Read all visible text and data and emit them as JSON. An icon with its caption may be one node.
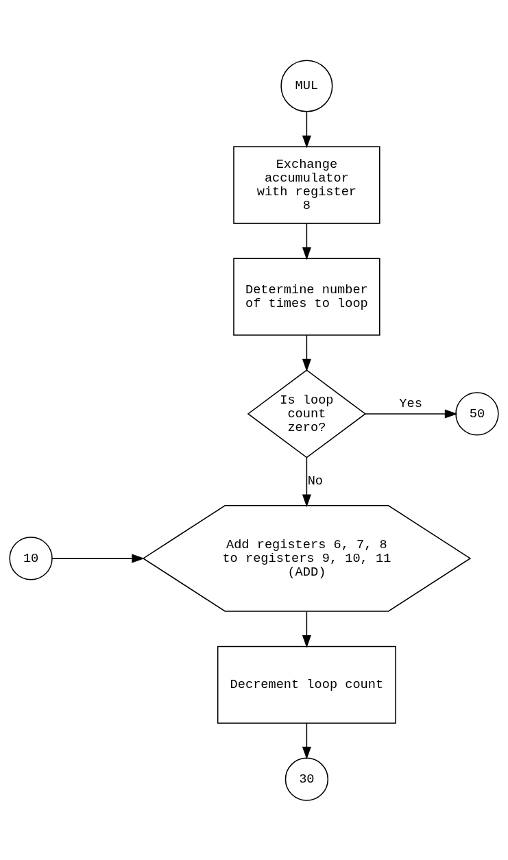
{
  "diagram": {
    "nodes": [
      {
        "text": [
          "MUL"
        ]
      },
      {
        "text": [
          "Exchange accumulator with register 8"
        ]
      },
      {
        "text": [
          "Determine number of times to loop"
        ]
      },
      {
        "text": [
          "Is loop count zero?"
        ]
      },
      {
        "text": [
          "50"
        ]
      },
      {
        "text": [
          "10"
        ]
      },
      {
        "text": [
          "Add registers 6, 7, 8 to registers 9, 10, 11 (ADD)"
        ]
      },
      {
        "text": [
          "Decrement loop count"
        ]
      },
      {
        "text": [
          "30"
        ]
      }
    ],
    "edges": [
      {
        "from": 0,
        "to": 1,
        "arrow": "to"
      },
      {
        "from": 1,
        "to": 2,
        "arrow": "to"
      },
      {
        "from": 2,
        "to": 3,
        "arrow": "to"
      },
      {
        "from": 3,
        "to": 4,
        "arrow": "to",
        "label": "Yes"
      },
      {
        "from": 3,
        "to": 6,
        "arrow": "to",
        "label": "No"
      },
      {
        "from": 5,
        "to": 6,
        "arrow": "to"
      },
      {
        "from": 6,
        "to": 7,
        "arrow": "to"
      },
      {
        "from": 7,
        "to": 8,
        "arrow": "to"
      }
    ]
  }
}
